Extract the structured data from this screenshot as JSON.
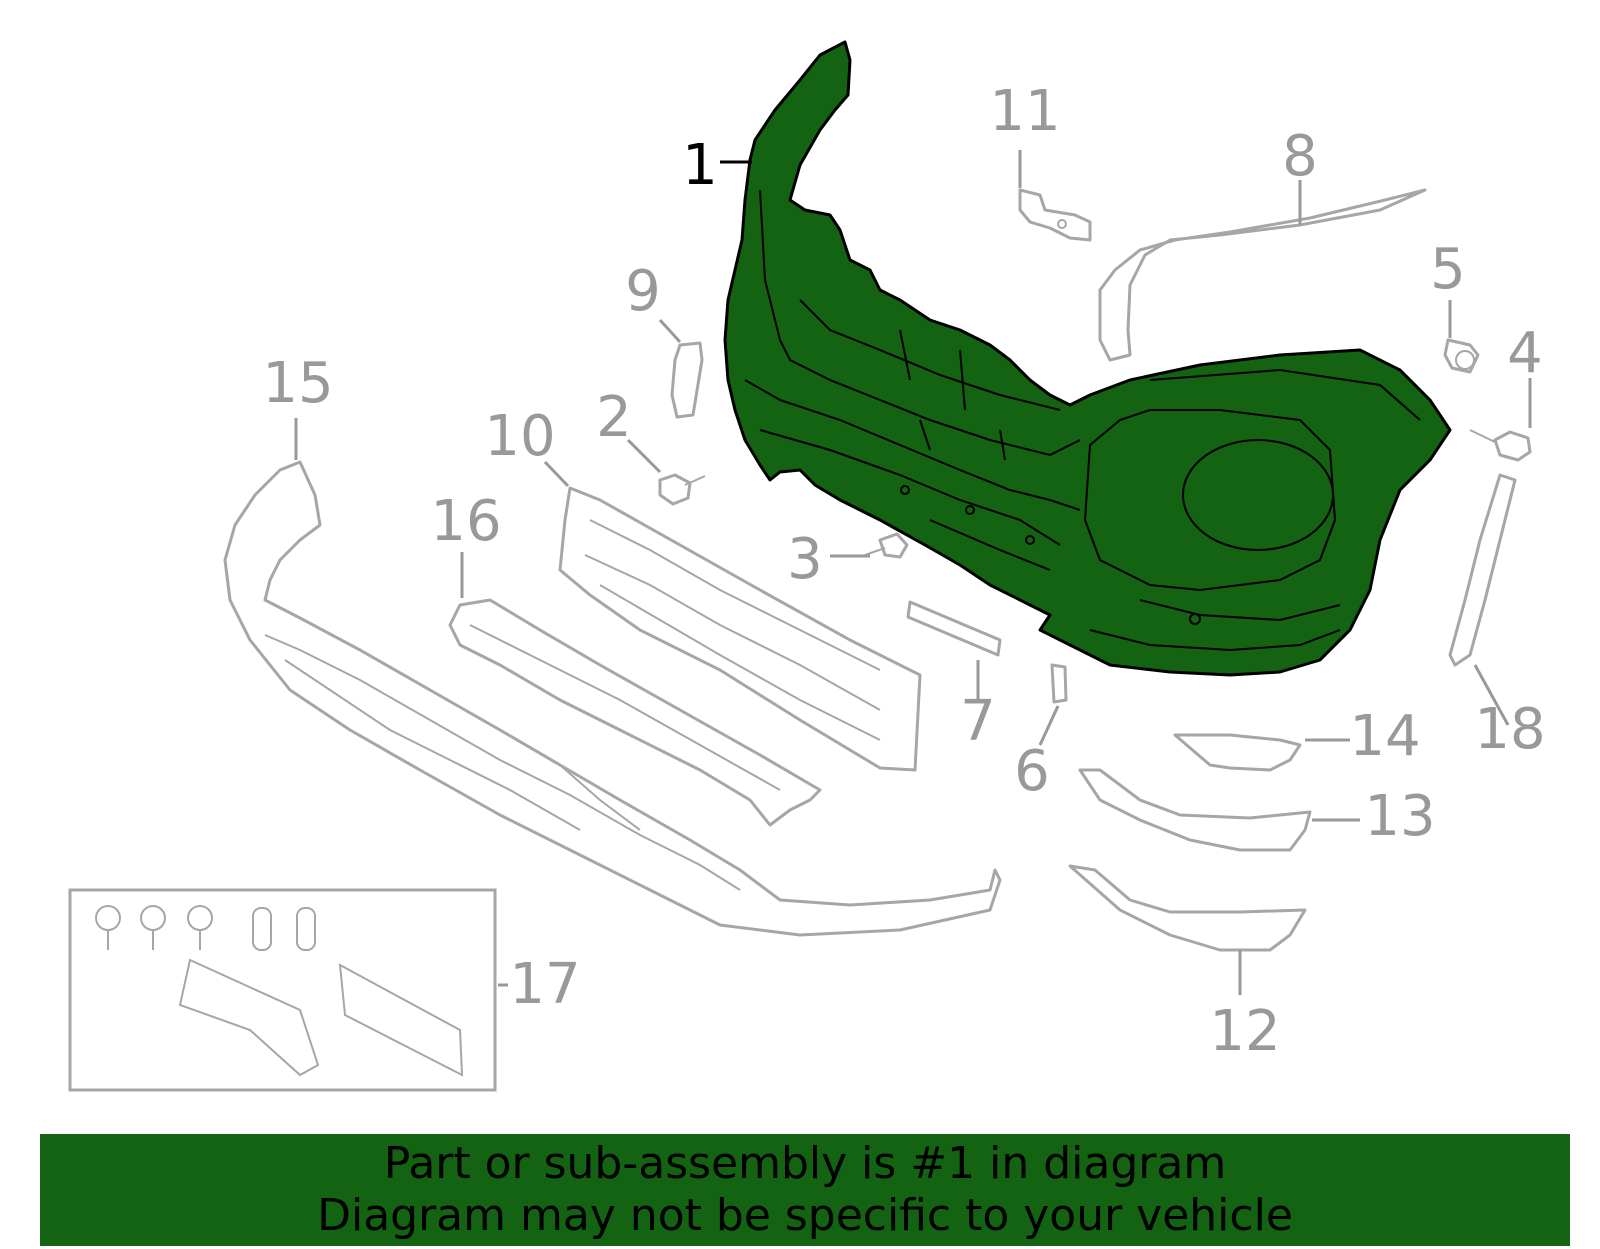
{
  "callouts": {
    "c1": "1",
    "c2": "2",
    "c3": "3",
    "c4": "4",
    "c5": "5",
    "c6": "6",
    "c7": "7",
    "c8": "8",
    "c9": "9",
    "c10": "10",
    "c11": "11",
    "c12": "12",
    "c13": "13",
    "c14": "14",
    "c15": "15",
    "c16": "16",
    "c17": "17",
    "c18": "18"
  },
  "highlighted_part": "1",
  "colors": {
    "highlight": "#136312",
    "parts": "#a6a6a6",
    "labels": "#999999"
  },
  "banner": {
    "line1": "Part or sub-assembly is #1 in diagram",
    "line2": "Diagram may not be specific to your vehicle"
  }
}
